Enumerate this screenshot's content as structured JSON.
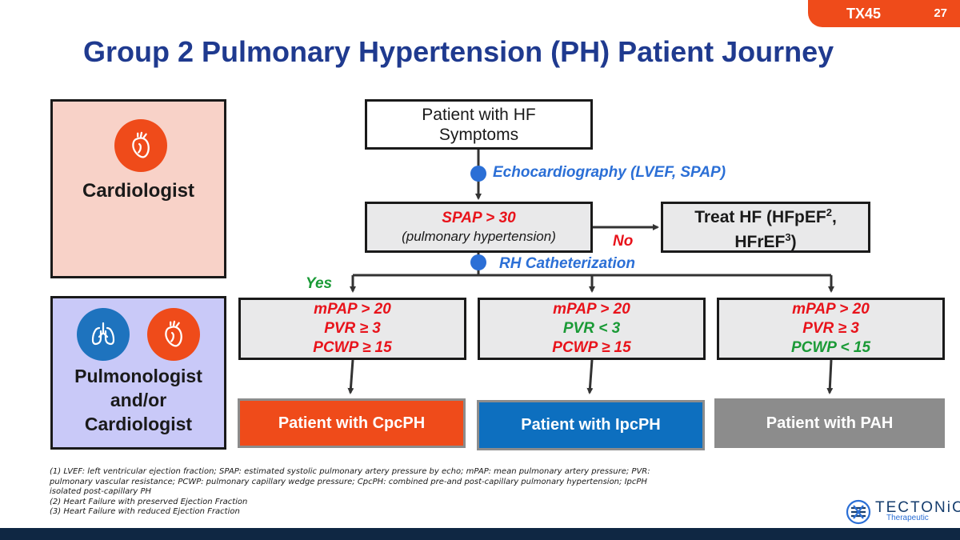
{
  "header": {
    "code": "TX45",
    "page_number": "27"
  },
  "title": "Group 2 Pulmonary Hypertension (PH) Patient Journey",
  "roles": {
    "cardiologist": {
      "label": "Cardiologist",
      "icon": "heart-icon",
      "color": "#ef4b1a"
    },
    "pulmonologist": {
      "label_lines": [
        "Pulmonologist",
        "and/or",
        "Cardiologist"
      ],
      "icons": [
        "lungs-icon",
        "heart-icon"
      ],
      "colors": [
        "#1e73be",
        "#ef4b1a"
      ]
    }
  },
  "flow": {
    "start": {
      "lines": [
        "Patient with HF",
        "Symptoms"
      ]
    },
    "step1": {
      "label": "Echocardiography (LVEF, SPAP)"
    },
    "decision": {
      "line1": "SPAP > 30",
      "line2": "(pulmonary hypertension)"
    },
    "no_label": "No",
    "treat": {
      "text": "Treat HF (HFpEF",
      "sup1": "2",
      "mid": ",",
      "line2": "HFrEF",
      "sup2": "3",
      "end": ")"
    },
    "step2": {
      "label": "RH Catheterization"
    },
    "yes_label": "Yes",
    "criteria": [
      {
        "mpap": "mPAP > 20",
        "pvr": "PVR ≥ 3",
        "pcwp": "PCWP ≥ 15"
      },
      {
        "mpap": "mPAP > 20",
        "pvr": "PVR < 3",
        "pcwp": "PCWP ≥ 15"
      },
      {
        "mpap": "mPAP > 20",
        "pvr": "PVR ≥ 3",
        "pcwp": "PCWP < 15"
      }
    ],
    "outcomes": [
      {
        "label": "Patient with CpcPH",
        "color": "#ef4b1a"
      },
      {
        "label": "Patient with IpcPH",
        "color": "#0d6fbf"
      },
      {
        "label": "Patient with PAH",
        "color": "#8c8c8c"
      }
    ]
  },
  "footnotes": [
    "(1) LVEF: left ventricular ejection fraction; SPAP: estimated systolic pulmonary artery pressure by echo; mPAP: mean pulmonary artery pressure; PVR:",
    "pulmonary vascular resistance; PCWP: pulmonary capillary wedge pressure; CpcPH: combined pre-and post-capillary pulmonary hypertension; IpcPH",
    "isolated post-capillary PH",
    "(2) Heart Failure with preserved Ejection Fraction",
    "(3) Heart Failure with reduced Ejection Fraction"
  ],
  "logo": {
    "name": "TECTONiC",
    "sub": "Therapeutic"
  }
}
